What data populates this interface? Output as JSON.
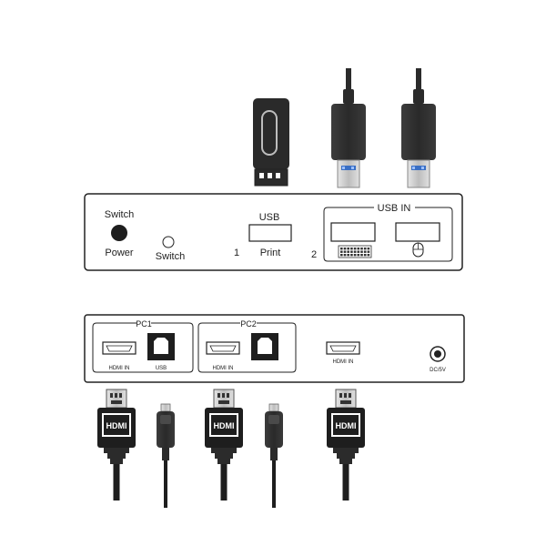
{
  "front_panel": {
    "switch_power_top": "Switch",
    "switch_power_bottom": "Power",
    "switch_label": "Switch",
    "usb_label": "USB",
    "print_label": "Print",
    "port_1": "1",
    "port_2": "2",
    "usb_in_label": "USB IN",
    "devices": [
      "usb-flash-drive-icon",
      "usb-a-keyboard-cable-icon",
      "usb-a-mouse-cable-icon"
    ],
    "usb_in_icons": [
      "keyboard-icon",
      "mouse-icon"
    ]
  },
  "rear_panel": {
    "pc1_label": "PC1",
    "pc2_label": "PC2",
    "hdmi_in_label": "HDMI IN",
    "usb_label": "USB",
    "hdmi_out_label": "HDMI IN",
    "dc_label": "DC/5V",
    "cables": [
      {
        "type": "hdmi",
        "label": "HDMI"
      },
      {
        "type": "usb-micro"
      },
      {
        "type": "hdmi",
        "label": "HDMI"
      },
      {
        "type": "usb-micro"
      },
      {
        "type": "hdmi",
        "label": "HDMI"
      }
    ]
  },
  "colors": {
    "outline": "#222222",
    "connector_dark": "#2b2b2b",
    "usb_blue": "#3a6fc4",
    "metal": "#c9c9c9"
  }
}
